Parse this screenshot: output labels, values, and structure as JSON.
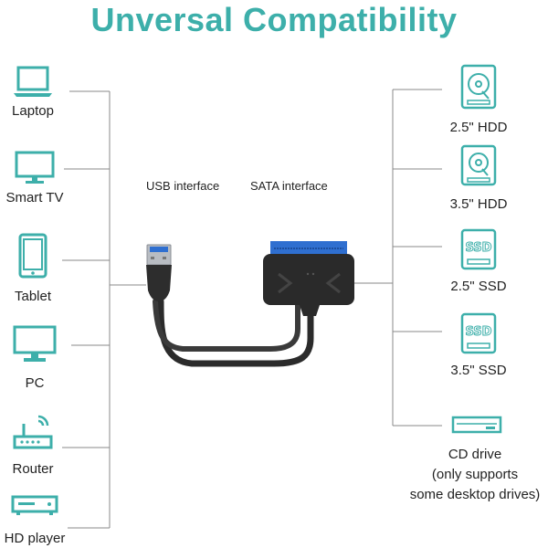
{
  "title": "Unversal Compatibility",
  "left_devices": [
    {
      "label": "Laptop",
      "icon": "laptop-icon"
    },
    {
      "label": "Smart TV",
      "icon": "tv-icon"
    },
    {
      "label": "Tablet",
      "icon": "tablet-icon"
    },
    {
      "label": "PC",
      "icon": "monitor-icon"
    },
    {
      "label": "Router",
      "icon": "router-icon"
    },
    {
      "label": "HD player",
      "icon": "hd-player-icon"
    }
  ],
  "right_devices": [
    {
      "label": "2.5\" HDD",
      "icon": "hdd-icon"
    },
    {
      "label": "3.5\" HDD",
      "icon": "hdd-icon"
    },
    {
      "label": "2.5\" SSD",
      "icon": "ssd-icon",
      "icon_text": "SSD"
    },
    {
      "label": "3.5\" SSD",
      "icon": "ssd-icon",
      "icon_text": "SSD"
    }
  ],
  "cd_drive": {
    "icon": "cd-drive-icon",
    "lines": [
      "CD drive",
      "(only supports",
      "some desktop drives)"
    ]
  },
  "interfaces": {
    "usb": "USB interface",
    "sata": "SATA interface"
  },
  "colors": {
    "accent": "#3dafaa",
    "lines": "#888888",
    "cable": "#2b2b2b",
    "sata_blue": "#2f6fd0"
  }
}
